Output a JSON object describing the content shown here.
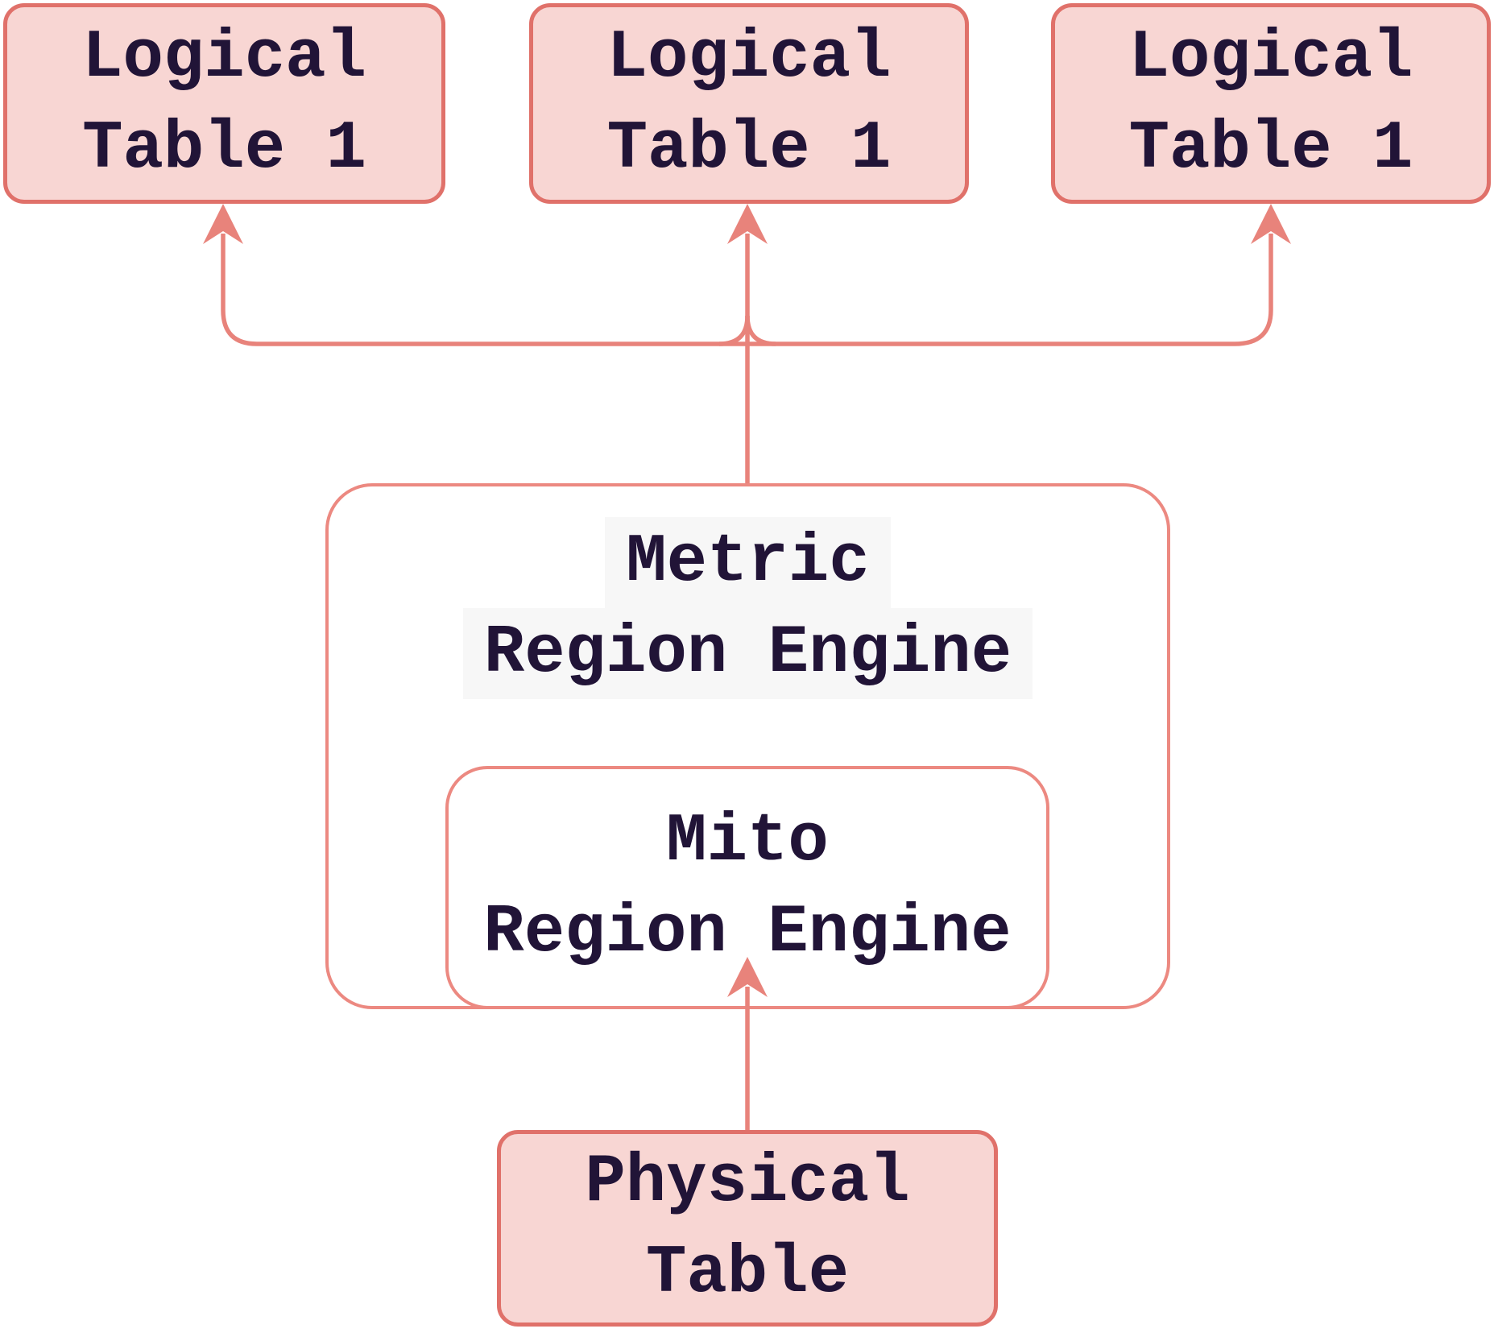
{
  "diagram": {
    "colors": {
      "node_fill": "#f8d6d3",
      "node_border": "#e0716a",
      "engine_border": "#ec8981",
      "arrow": "#e8837b",
      "text": "#211437",
      "label_bg": "#f7f7f7",
      "background": "#ffffff"
    },
    "nodes": {
      "logical_table_1a": {
        "line1": "Logical",
        "line2": "Table 1"
      },
      "logical_table_1b": {
        "line1": "Logical",
        "line2": "Table 1"
      },
      "logical_table_1c": {
        "line1": "Logical",
        "line2": "Table 1"
      },
      "metric_region_engine": {
        "line1": "Metric",
        "line2": "Region Engine"
      },
      "mito_region_engine": {
        "line1": "Mito",
        "line2": "Region Engine"
      },
      "physical_table": {
        "line1": "Physical",
        "line2": "Table"
      }
    }
  }
}
